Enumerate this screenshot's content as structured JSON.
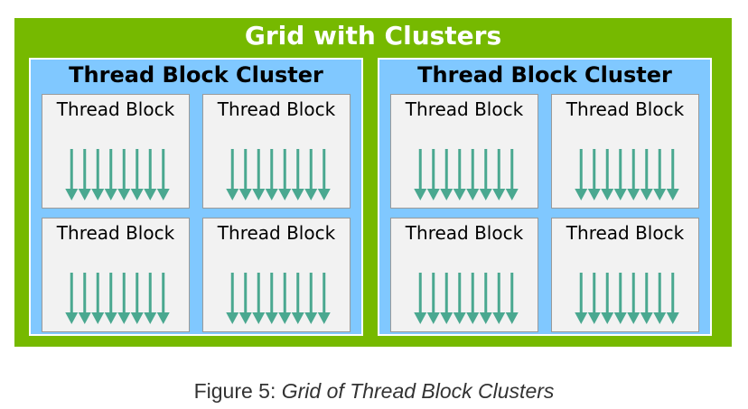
{
  "grid": {
    "title": "Grid with Clusters",
    "clusters": [
      {
        "title": "Thread Block Cluster",
        "blocks": [
          {
            "label": "Thread Block"
          },
          {
            "label": "Thread Block"
          },
          {
            "label": "Thread Block"
          },
          {
            "label": "Thread Block"
          }
        ]
      },
      {
        "title": "Thread Block Cluster",
        "blocks": [
          {
            "label": "Thread Block"
          },
          {
            "label": "Thread Block"
          },
          {
            "label": "Thread Block"
          },
          {
            "label": "Thread Block"
          }
        ]
      }
    ]
  },
  "caption": {
    "prefix": "Figure 5: ",
    "title": "Grid of Thread Block Clusters"
  },
  "colors": {
    "grid_bg": "#76b900",
    "cluster_bg": "#80c8ff",
    "block_bg": "#f2f2f2",
    "thread_arrow": "#4aa890"
  },
  "threads_per_block": 8
}
